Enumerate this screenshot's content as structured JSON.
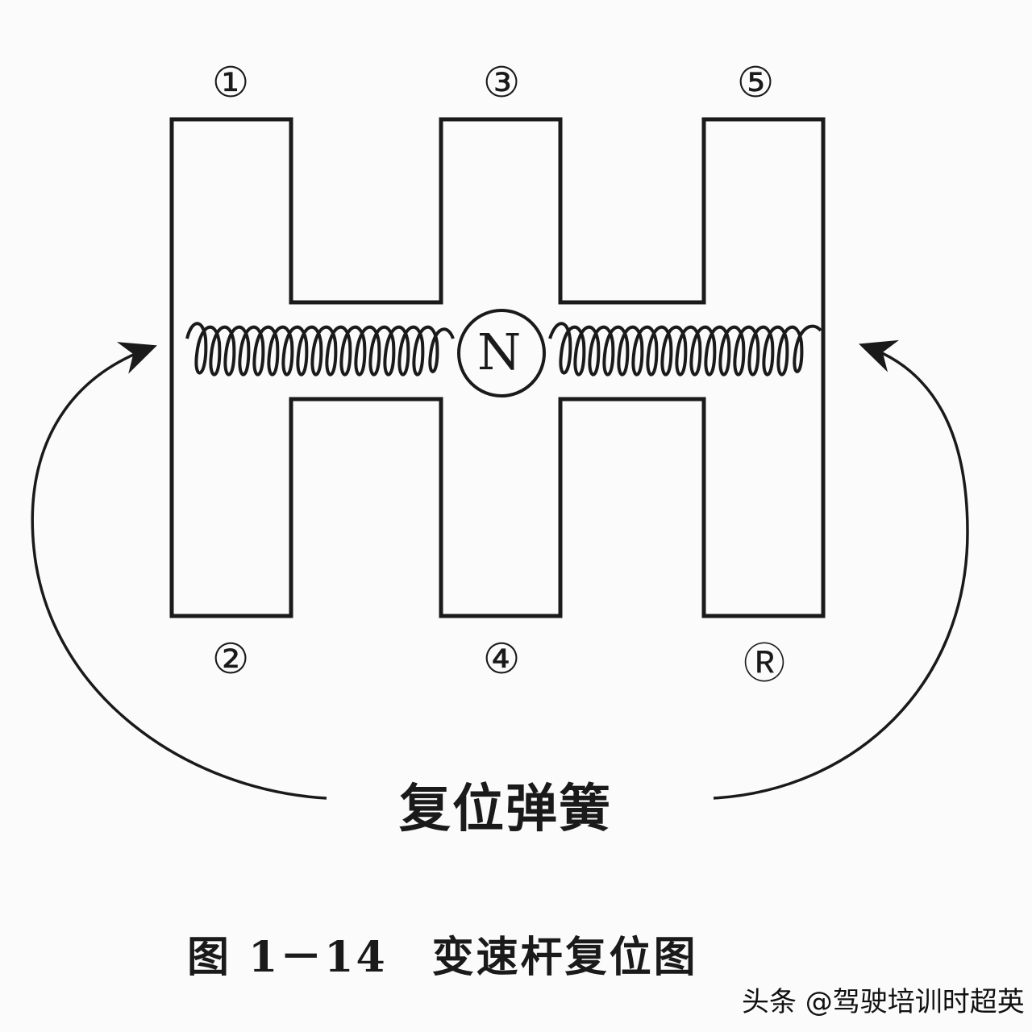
{
  "diagram": {
    "title": "变速杆复位图",
    "figure_number": "图 1－14",
    "caption": "图 1－14　变速杆复位图",
    "spring_label": "复位弹簧",
    "neutral_label": "N",
    "gears": [
      {
        "id": "1",
        "label": "①",
        "position": "top-left"
      },
      {
        "id": "3",
        "label": "③",
        "position": "top-center"
      },
      {
        "id": "5",
        "label": "⑤",
        "position": "top-right"
      },
      {
        "id": "2",
        "label": "②",
        "position": "bottom-left"
      },
      {
        "id": "4",
        "label": "④",
        "position": "bottom-center"
      },
      {
        "id": "R",
        "label": "Ⓡ",
        "position": "bottom-right"
      }
    ],
    "colors": {
      "line": "#1a1a1a",
      "background": "#fbfbfb"
    }
  },
  "watermark": "头条 @驾驶培训时超英"
}
